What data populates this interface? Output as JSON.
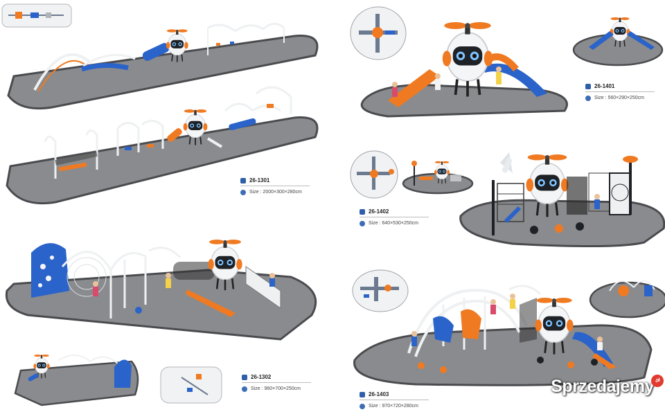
{
  "products": [
    {
      "code": "26-1301",
      "size": "Size : 2000×300×280cm"
    },
    {
      "code": "26-1302",
      "size": "Size : 960×700×250cm"
    },
    {
      "code": "26-1401",
      "size": "Size : 560×290×250cm"
    },
    {
      "code": "26-1402",
      "size": "Size : 640×530×250cm"
    },
    {
      "code": "26-1403",
      "size": "Size : 970×720×280cm"
    }
  ],
  "watermark": {
    "text": "Sprzedajemy",
    "suffix": ".pl"
  },
  "colors": {
    "ground": "#8a8b8e",
    "ground_edge": "#4a4b4e",
    "accent_orange": "#f07a22",
    "accent_blue": "#2a63c9",
    "frame_white": "#eef0f2"
  }
}
